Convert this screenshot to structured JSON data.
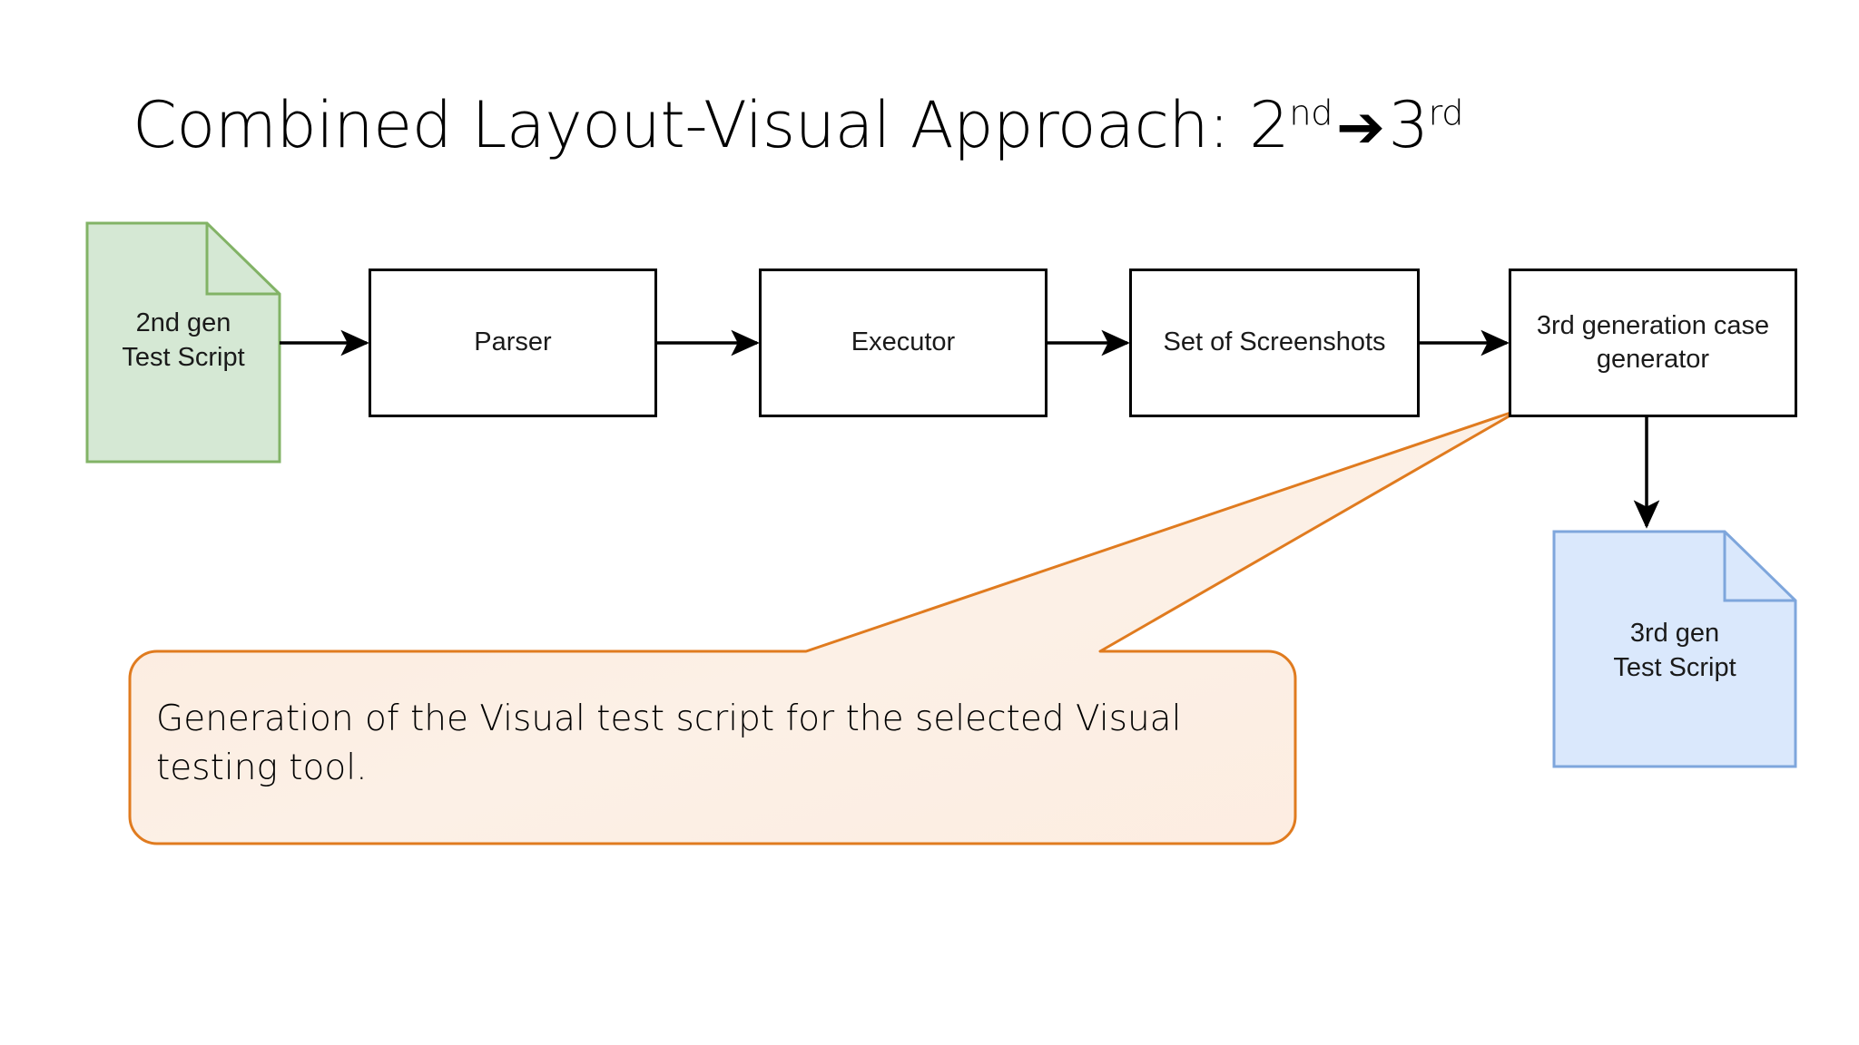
{
  "slide": {
    "title": {
      "prefix": "Combined Layout-Visual Approach: ",
      "ordinal_1_num": "2",
      "ordinal_1_sup": "nd",
      "arrow": "➔",
      "ordinal_2_num": "3",
      "ordinal_2_sup": "rd",
      "full_text": "Combined Layout-Visual Approach: 2nd ➔ 3rd"
    },
    "background_color": "#ffffff"
  },
  "flow": {
    "source_document": {
      "label": "2nd gen\nTest Script",
      "fill": "#d5e8d4",
      "stroke": "#82b366",
      "shape": "document-folded-corner"
    },
    "steps": [
      {
        "id": "parser",
        "label": "Parser",
        "fill": "#ffffff",
        "stroke": "#000000"
      },
      {
        "id": "executor",
        "label": "Executor",
        "fill": "#ffffff",
        "stroke": "#000000"
      },
      {
        "id": "screenshots",
        "label": "Set of Screenshots",
        "fill": "#ffffff",
        "stroke": "#000000"
      },
      {
        "id": "generator",
        "label": "3rd generation case\ngenerator",
        "fill": "#ffffff",
        "stroke": "#000000"
      }
    ],
    "output_document": {
      "label": "3rd gen\nTest Script",
      "fill": "#dae8fc",
      "stroke": "#7ea6dc",
      "shape": "document-folded-corner"
    },
    "connector_color": "#000000"
  },
  "callout": {
    "text": "Generation of the Visual test script for the selected Visual testing tool.",
    "fill_start": "#fdeade",
    "fill_end": "#fceee2",
    "stroke": "#e07b1f",
    "points_to": "3rd generation case generator"
  }
}
